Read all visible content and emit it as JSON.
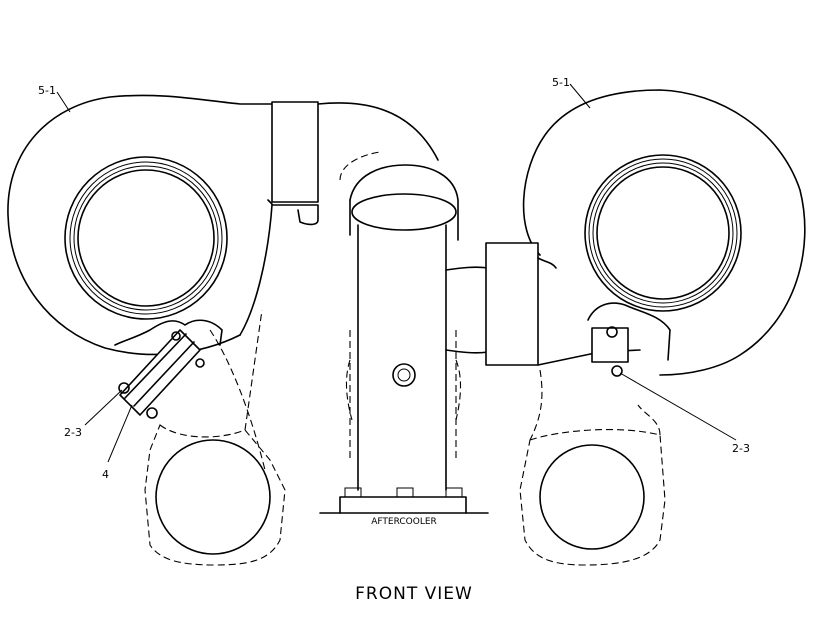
{
  "view_title": "FRONT VIEW",
  "aftercooler_label": "AFTERCOOLER",
  "callouts": {
    "left_turbo": "5-1",
    "right_turbo": "5-1",
    "left_bolt": "2-3",
    "left_clamp": "4",
    "right_bolt": "2-3"
  }
}
